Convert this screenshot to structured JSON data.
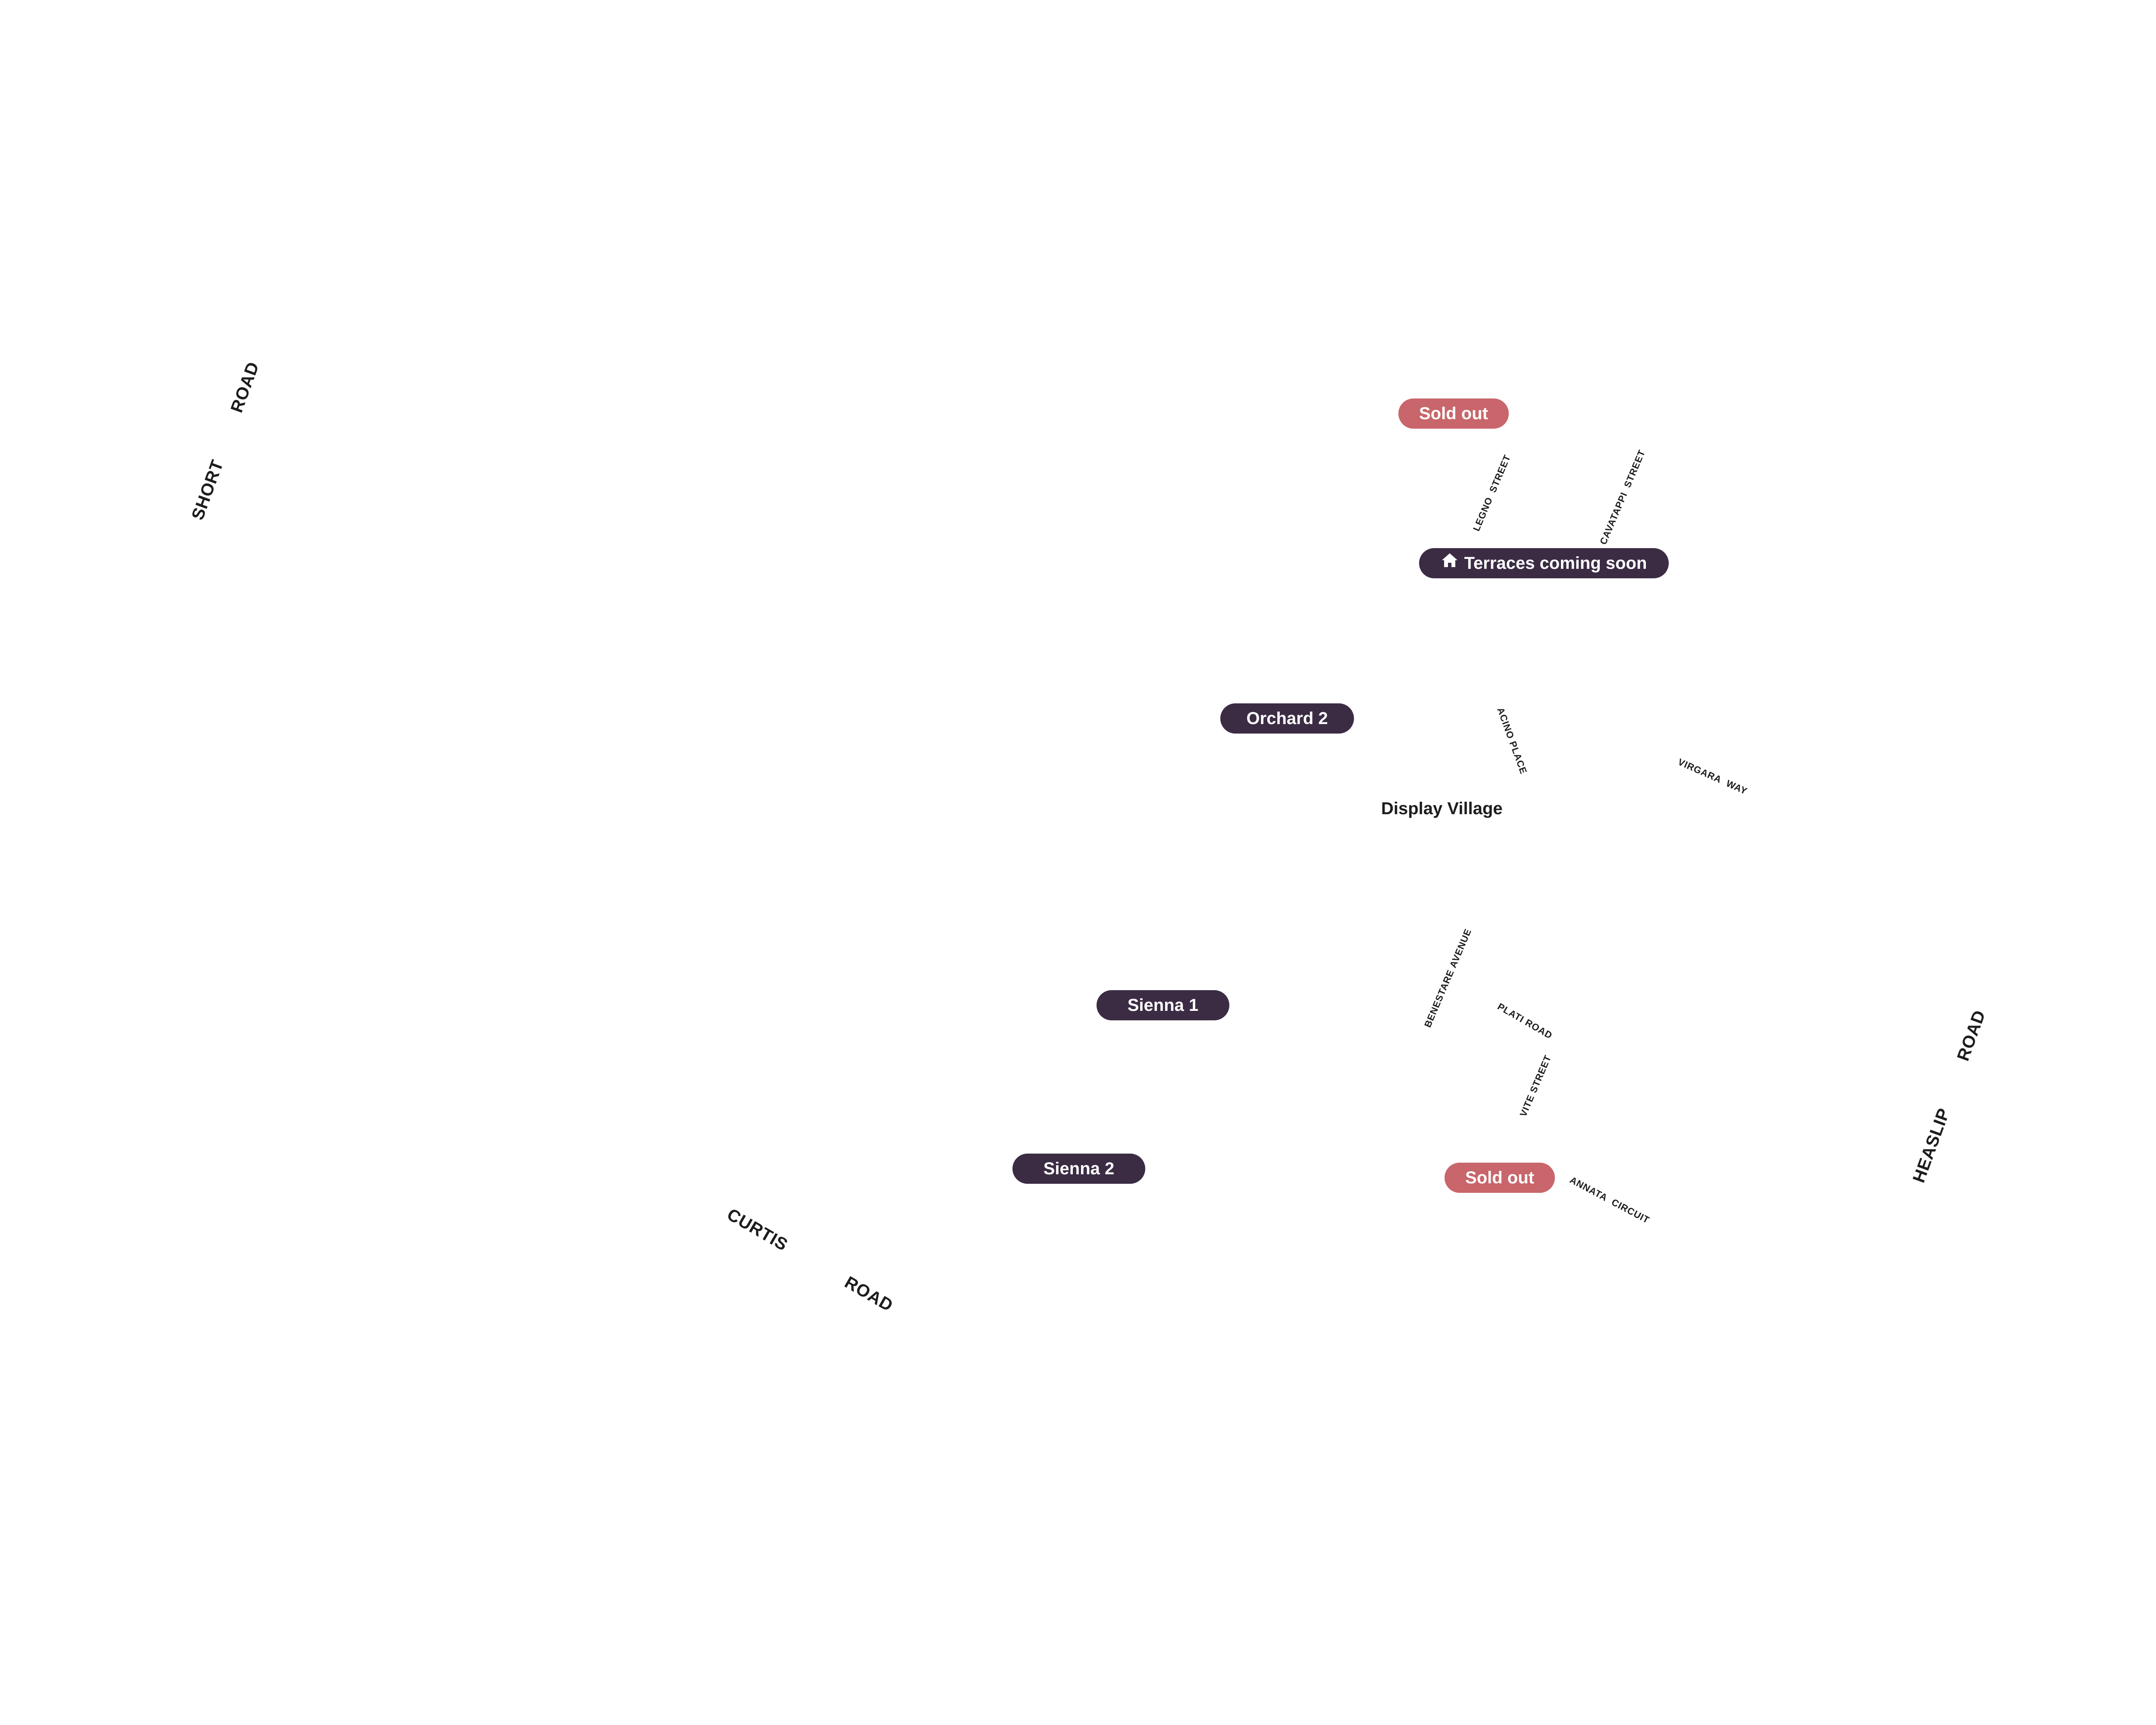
{
  "map": {
    "roads": {
      "short_road": {
        "w1": "SHORT",
        "w2": "ROAD"
      },
      "curtis_road": {
        "w1": "CURTIS",
        "w2": "ROAD"
      },
      "heaslip_road": {
        "w1": "HEASLIP",
        "w2": "ROAD"
      },
      "legno_street": {
        "w1": "LEGNO",
        "w2": "STREET"
      },
      "cavatappi_street": {
        "w1": "CAVATAPPI",
        "w2": "STREET"
      },
      "acino_place": {
        "w1": "ACINO",
        "w2": "PLACE"
      },
      "virgara_way": {
        "w1": "VIRGARA",
        "w2": "WAY"
      },
      "benestare_avenue": {
        "w1": "BENESTARE",
        "w2": "AVENUE"
      },
      "plati_road": {
        "w1": "PLATI",
        "w2": "ROAD"
      },
      "vite_street": {
        "w1": "VITE",
        "w2": "STREET"
      },
      "annata_circuit": {
        "w1": "ANNATA",
        "w2": "CIRCUIT"
      }
    },
    "stages": {
      "sold_out_top": "Sold out",
      "terraces": "Terraces coming soon",
      "orchard_2": "Orchard 2",
      "sienna_1": "Sienna 1",
      "sienna_2": "Sienna 2",
      "sold_out_bottom": "Sold out"
    },
    "display_village": "Display Village",
    "icons": {
      "terraces_icon": "home-icon"
    },
    "colors": {
      "stage_dark": "#3b2c44",
      "sold_out": "#c8666b",
      "label_text": "#1d1d1f"
    }
  }
}
